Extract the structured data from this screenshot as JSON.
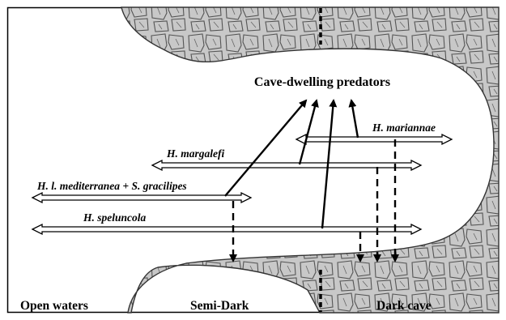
{
  "title": "Cave-dwelling predators",
  "species": [
    {
      "id": "mariannae",
      "label": "H. mariannae"
    },
    {
      "id": "margalefi",
      "label": "H. margalefi"
    },
    {
      "id": "mediterranea",
      "label": "H. l. mediterranea + S. gracilipes"
    },
    {
      "id": "speluncola",
      "label": "H. speluncola"
    }
  ],
  "zones": {
    "open": "Open waters",
    "semi": "Semi-Dark",
    "dark": "Dark cave"
  },
  "colors": {
    "rock_fill": "#c8c8c8",
    "rock_line": "#555555",
    "ink": "#000000"
  }
}
